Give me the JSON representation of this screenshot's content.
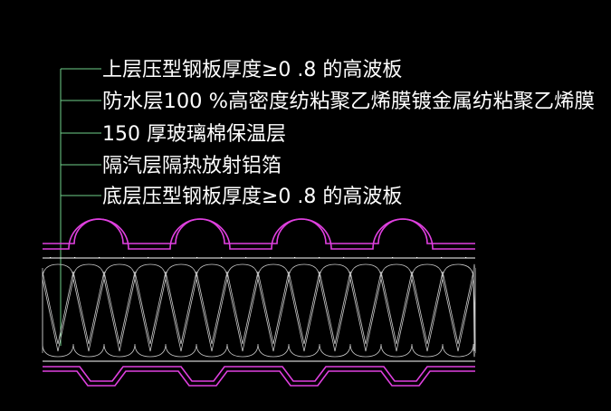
{
  "drawing": {
    "callouts": [
      {
        "label": "上层压型钢板厚度≥0 .8 的高波板"
      },
      {
        "label": "防水层100 %高密度纺粘聚乙烯膜镀金属纺粘聚乙烯膜"
      },
      {
        "label": "150 厚玻璃棉保温层"
      },
      {
        "label": "隔汽层隔热放射铝箔"
      },
      {
        "label": "底层压型钢板厚度≥0 .8 的高波板"
      }
    ],
    "colors": {
      "background": "#000000",
      "text": "#ffffff",
      "leader": "#6fd08a",
      "steel_sheet": "#e040e0",
      "insulation": "#c8c8c8",
      "base_line": "#ffffff"
    }
  }
}
